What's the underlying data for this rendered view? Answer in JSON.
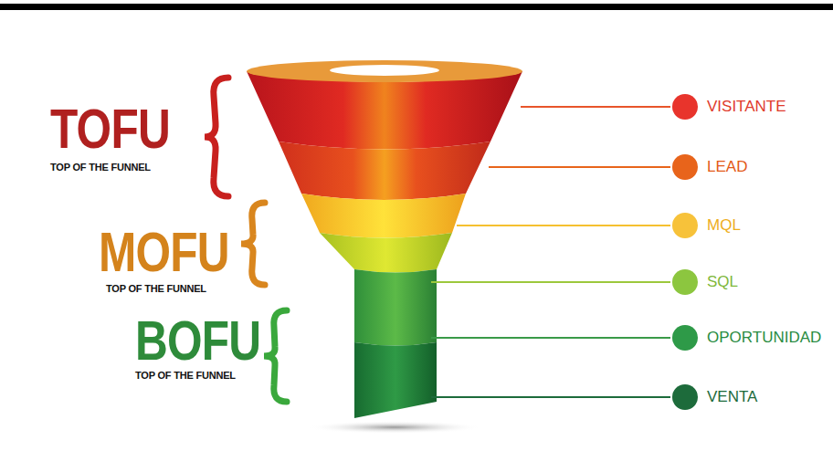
{
  "diagram": {
    "nodes": [
      {
        "text": [
          "VISITANTE"
        ]
      },
      {
        "text": [
          "LEAD"
        ]
      },
      {
        "text": [
          "MQL"
        ]
      },
      {
        "text": [
          "SQL"
        ]
      },
      {
        "text": [
          "OPORTUNIDAD"
        ]
      },
      {
        "text": [
          "VENTA"
        ]
      }
    ],
    "labels": [
      "TOFU",
      "TOP OF THE FUNNEL",
      "MOFU",
      "TOP OF THE FUNNEL",
      "BOFU",
      "TOP OF THE FUNNEL"
    ]
  }
}
